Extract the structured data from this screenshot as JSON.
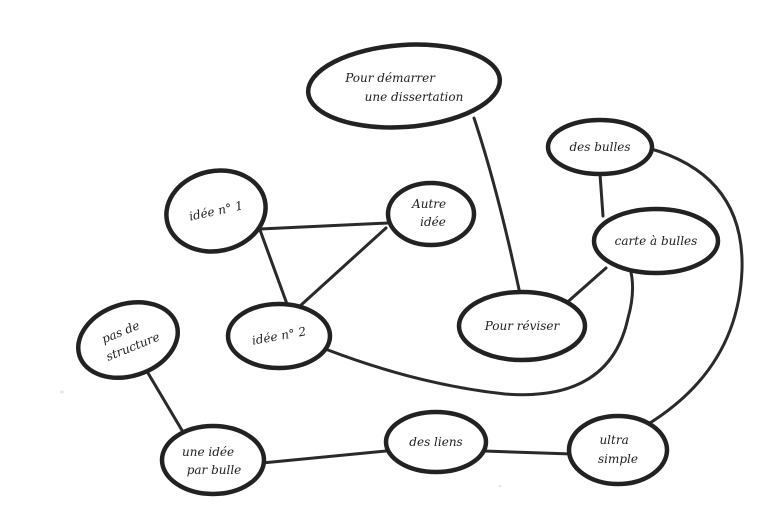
{
  "diagram": {
    "nodes": {
      "pour_demarrer": {
        "lines": [
          "Pour démarrer",
          "une dissertation"
        ]
      },
      "des_bulles": {
        "lines": [
          "des bulles"
        ]
      },
      "idee_1": {
        "lines": [
          "idée n° 1"
        ]
      },
      "autre_idee": {
        "lines": [
          "Autre",
          "idée"
        ]
      },
      "carte_bulles": {
        "lines": [
          "carte à bulles"
        ]
      },
      "pour_reviser": {
        "lines": [
          "Pour réviser"
        ]
      },
      "pas_structure": {
        "lines": [
          "pas de",
          "structure"
        ]
      },
      "idee_2": {
        "lines": [
          "idée n° 2"
        ]
      },
      "une_idee": {
        "lines": [
          "une idée",
          "par bulle"
        ]
      },
      "des_liens": {
        "lines": [
          "des liens"
        ]
      },
      "ultra_simple": {
        "lines": [
          "ultra",
          "simple"
        ]
      }
    },
    "colors": {
      "ink": "#222222",
      "paper": "#ffffff"
    }
  }
}
